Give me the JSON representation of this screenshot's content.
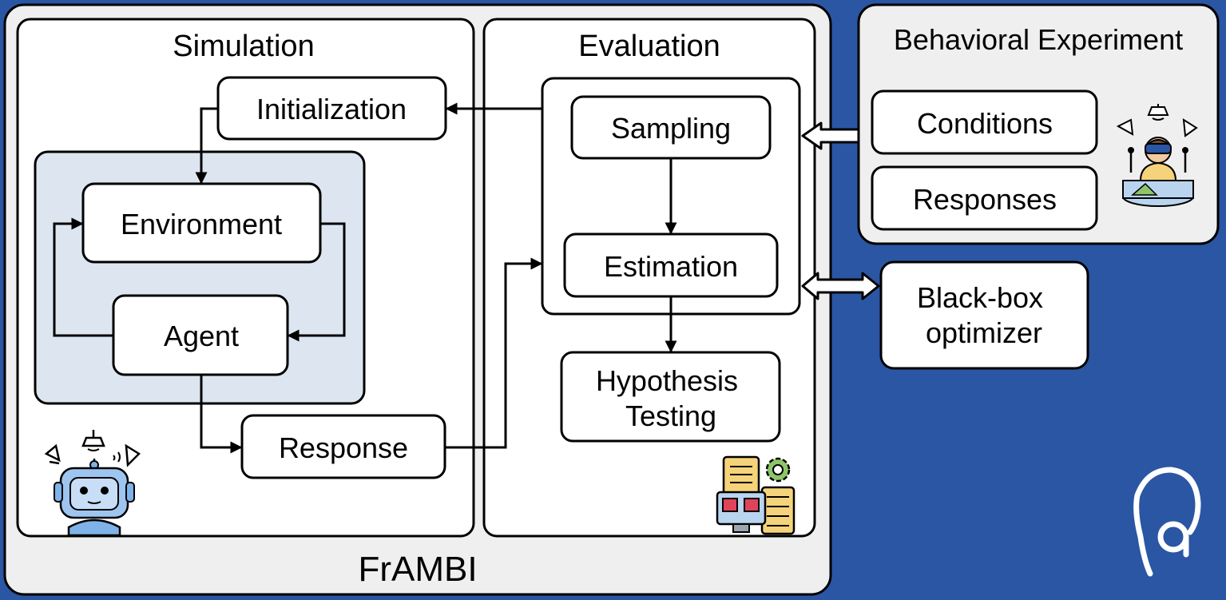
{
  "frame": {
    "title": "FrAMBI"
  },
  "simulation": {
    "title": "Simulation",
    "initialization": "Initialization",
    "environment": "Environment",
    "agent": "Agent",
    "response": "Response"
  },
  "evaluation": {
    "title": "Evaluation",
    "sampling": "Sampling",
    "estimation": "Estimation",
    "hypothesis_line1": "Hypothesis",
    "hypothesis_line2": "Testing"
  },
  "behavioral": {
    "title": "Behavioral Experiment",
    "conditions": "Conditions",
    "responses": "Responses"
  },
  "optimizer": {
    "line1": "Black-box",
    "line2": "optimizer"
  },
  "icons": [
    "robot-icon",
    "person-vr-icon",
    "server-gear-icon",
    "ear-logo-icon"
  ],
  "colors": {
    "background": "#2a56a3",
    "panel": "#efefef",
    "simulation_core": "#dde6f0",
    "box": "#ffffff",
    "stroke": "#000000"
  }
}
